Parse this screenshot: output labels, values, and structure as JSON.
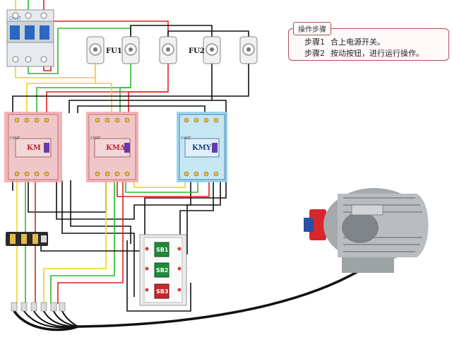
{
  "breaker": {
    "brand": "CHNT"
  },
  "fuses": {
    "group1_label": "FU1",
    "group2_label": "FU2"
  },
  "contactors": [
    {
      "label": "KM",
      "brand": "CHNT"
    },
    {
      "label": "KMΔ",
      "brand": "CHNT"
    },
    {
      "label": "KMY",
      "brand": "CHNT"
    }
  ],
  "buttons": [
    {
      "label": "SB1",
      "color": "#1e8a3a"
    },
    {
      "label": "SB2",
      "color": "#1e8a3a"
    },
    {
      "label": "SB3",
      "color": "#c8262d"
    }
  ],
  "steps_panel": {
    "title": "操作步骤",
    "steps": [
      {
        "num": "步骤1",
        "text": "合上电源开关。"
      },
      {
        "num": "步骤2",
        "text": "按动按钮，进行运行操作。"
      }
    ]
  },
  "colors": {
    "phase_yellow": "#f2d21b",
    "phase_green": "#2db82d",
    "phase_red": "#e0201c",
    "control_black": "#111111"
  }
}
